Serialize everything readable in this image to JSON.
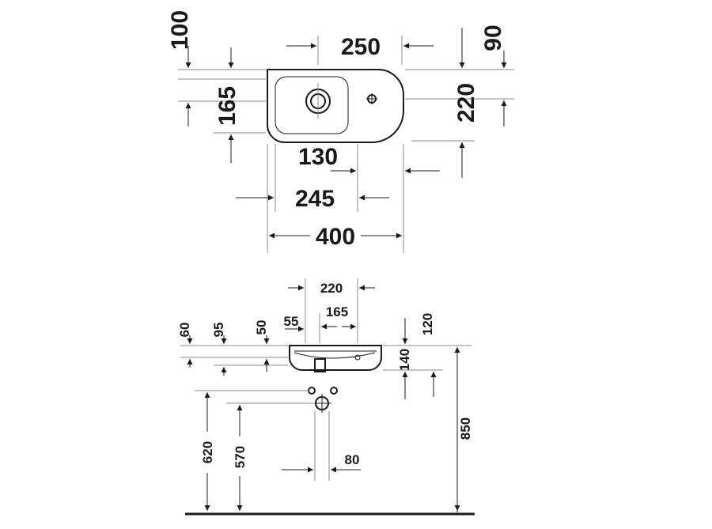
{
  "top_view": {
    "dimensions": {
      "width_left_offset": "100",
      "opening_width": "250",
      "right_depth_offset": "90",
      "left_height": "165",
      "right_height": "220",
      "drain_offset": "130",
      "bowl_width": "245",
      "overall_width": "400"
    }
  },
  "side_view": {
    "dimensions": {
      "top_width": "220",
      "inner_width": "165",
      "left_55": "55",
      "left_60": "60",
      "left_95": "95",
      "left_50": "50",
      "right_120": "120",
      "right_140": "140",
      "overall_height": "850",
      "height_620": "620",
      "height_570": "570",
      "offset_80": "80"
    }
  },
  "colors": {
    "ink": "#1a1a1a",
    "extension": "#8a8a8a",
    "background": "#ffffff"
  }
}
